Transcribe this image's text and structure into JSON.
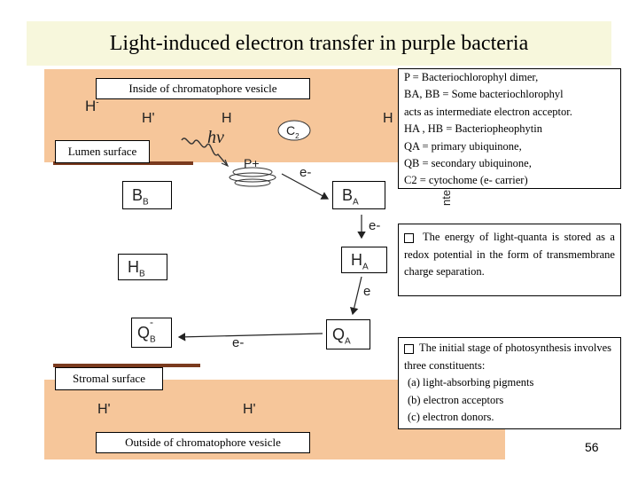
{
  "title": "Light-induced electron transfer in purple bacteria",
  "labels": {
    "inside": "Inside of chromatophore vesicle",
    "lumen": "Lumen surface",
    "stromal": "Stromal surface",
    "outside": "Outside of chromatophore vesicle"
  },
  "diagram": {
    "h_minus": "H",
    "h_minus_sup": "-",
    "h_top1": "H'",
    "h_top2": "H",
    "h_top3": "H",
    "c2": "C",
    "c2_sub": "2",
    "hv": "hν",
    "p_plus": "P+",
    "e1": "e-",
    "e2": "e-",
    "e3": "e",
    "e4": "e-",
    "center_text": "nter",
    "h_bottom1": "H'",
    "h_bottom2": "H'",
    "components": {
      "BB": {
        "main": "B",
        "sub": "B"
      },
      "BA": {
        "main": "B",
        "sub": "A"
      },
      "HB": {
        "main": "H",
        "sub": "B"
      },
      "HA": {
        "main": "H",
        "sub": "A"
      },
      "QB": {
        "main": "Q",
        "sub": "B",
        "sup": "-"
      },
      "QA": {
        "main": "Q",
        "sub": "A"
      }
    }
  },
  "legend": [
    "P = Bacteriochlorophyl dimer,",
    "BA, BB =  Some bacteriochlorophyl",
    "acts as intermediate electron acceptor.",
    "HA , HB = Bacteriopheophytin",
    "QA = primary ubiquinone,",
    "QB = secondary ubiquinone,",
    "C2 = cytochome (e- carrier)"
  ],
  "energy_note": "The energy of light-quanta is stored as a redox potential in the form of transmembrane charge separation.",
  "stage_note": {
    "intro": "The initial stage of photosynthesis involves three constituents:",
    "items": [
      "(a) light-absorbing pigments",
      "(b) electron acceptors",
      "(c)  electron donors."
    ]
  },
  "page_number": "56",
  "colors": {
    "membrane": "#f6c69a",
    "membrane_line": "#7a3a1e",
    "title_bg": "#f7f7dc"
  }
}
